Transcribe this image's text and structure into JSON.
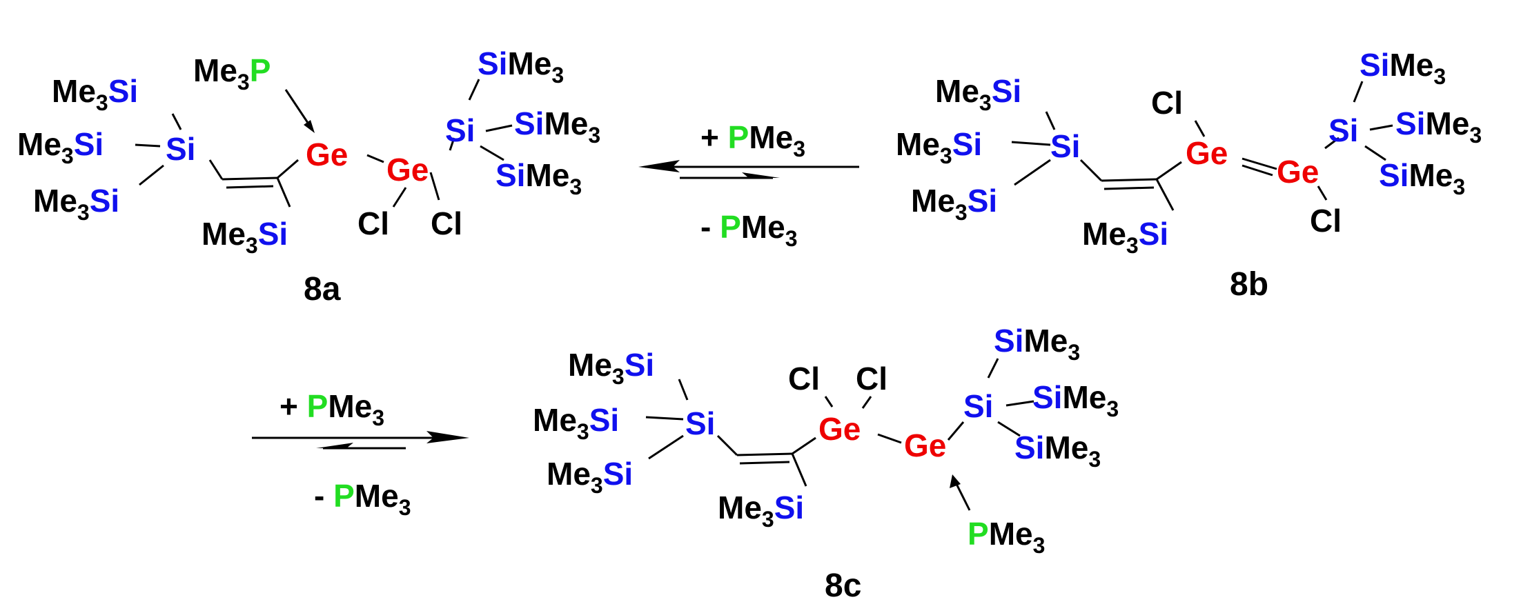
{
  "colors": {
    "carbon_black": "#000000",
    "silicon_blue": "#1010ee",
    "germanium_red": "#ee0000",
    "phosphorus_green": "#22dd22"
  },
  "labels": {
    "me3": "Me",
    "me_sub": "3",
    "si": "Si",
    "ge": "Ge",
    "cl": "Cl",
    "p": "P",
    "plus": "+ ",
    "minus": "- "
  },
  "compounds": [
    {
      "id": "8a",
      "label": "8a"
    },
    {
      "id": "8b",
      "label": "8b"
    },
    {
      "id": "8c",
      "label": "8c"
    }
  ],
  "equilibria": [
    {
      "id": "eq1",
      "top": "+ PMe3",
      "bottom": "- PMe3",
      "favored": "left"
    },
    {
      "id": "eq2",
      "top": "+ PMe3",
      "bottom": "- PMe3",
      "favored": "right"
    }
  ]
}
